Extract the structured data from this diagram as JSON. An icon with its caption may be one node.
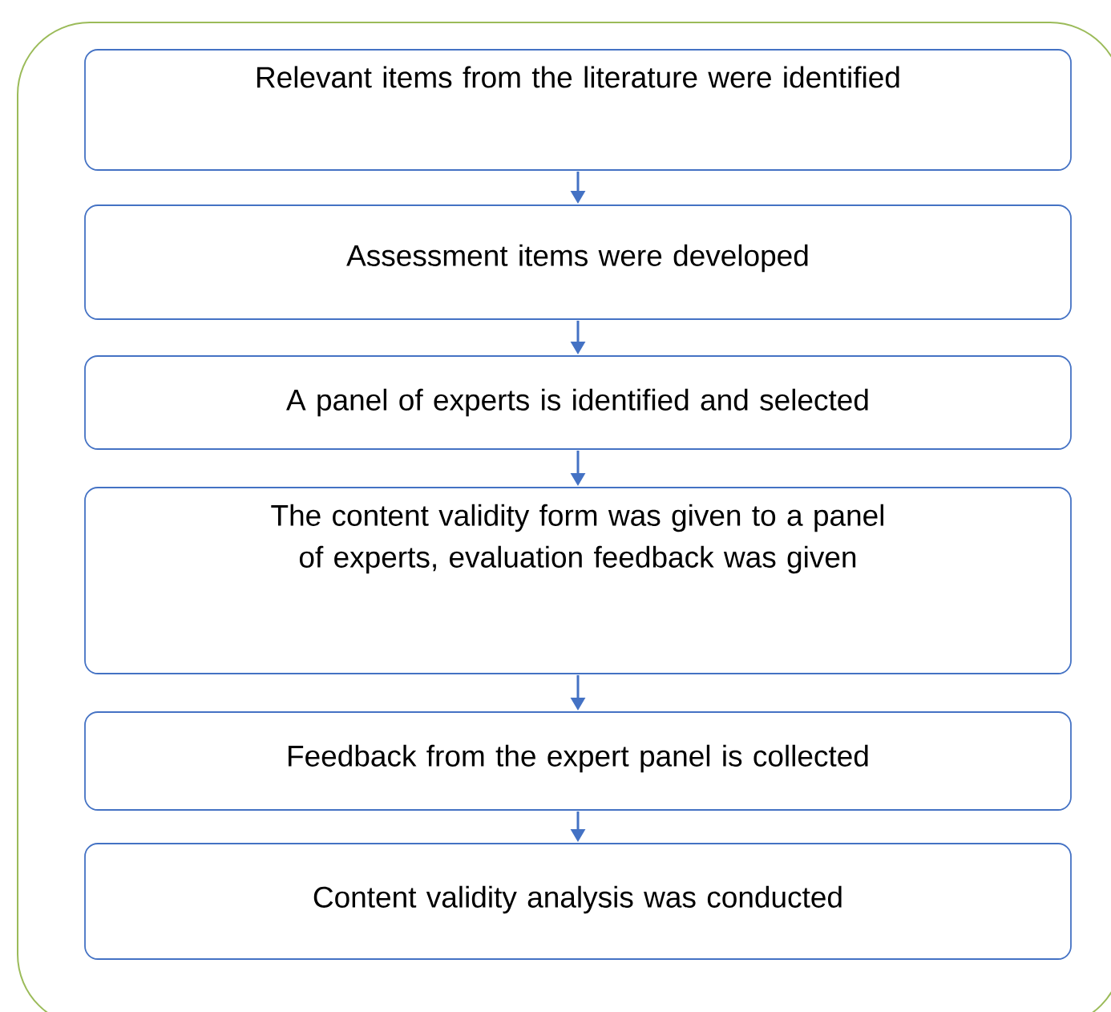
{
  "diagram": {
    "nodes": [
      {
        "text": [],
        "shape": "box"
      },
      {
        "text": [
          "Relevant items from the literature were identified"
        ],
        "in": 0
      },
      {
        "text": [
          "Assessment items were developed"
        ],
        "in": 0
      },
      {
        "text": [
          "A panel of experts is identified and selected"
        ],
        "in": 0
      },
      {
        "text": [
          "The content validity form was given to a panel of experts, evaluation feedback was given"
        ],
        "in": 0
      },
      {
        "text": [
          "Feedback from the expert panel is collected"
        ],
        "in": 0
      },
      {
        "text": [
          "Content validity analysis was conducted"
        ],
        "in": 0
      }
    ],
    "edges": [
      {
        "from": 1,
        "to": 2,
        "arrow": "to"
      },
      {
        "from": 2,
        "to": 3,
        "arrow": "to"
      },
      {
        "from": 3,
        "to": 4,
        "arrow": "to"
      },
      {
        "from": 4,
        "to": 5,
        "arrow": "to"
      },
      {
        "from": 5,
        "to": 6,
        "arrow": "to"
      }
    ]
  }
}
